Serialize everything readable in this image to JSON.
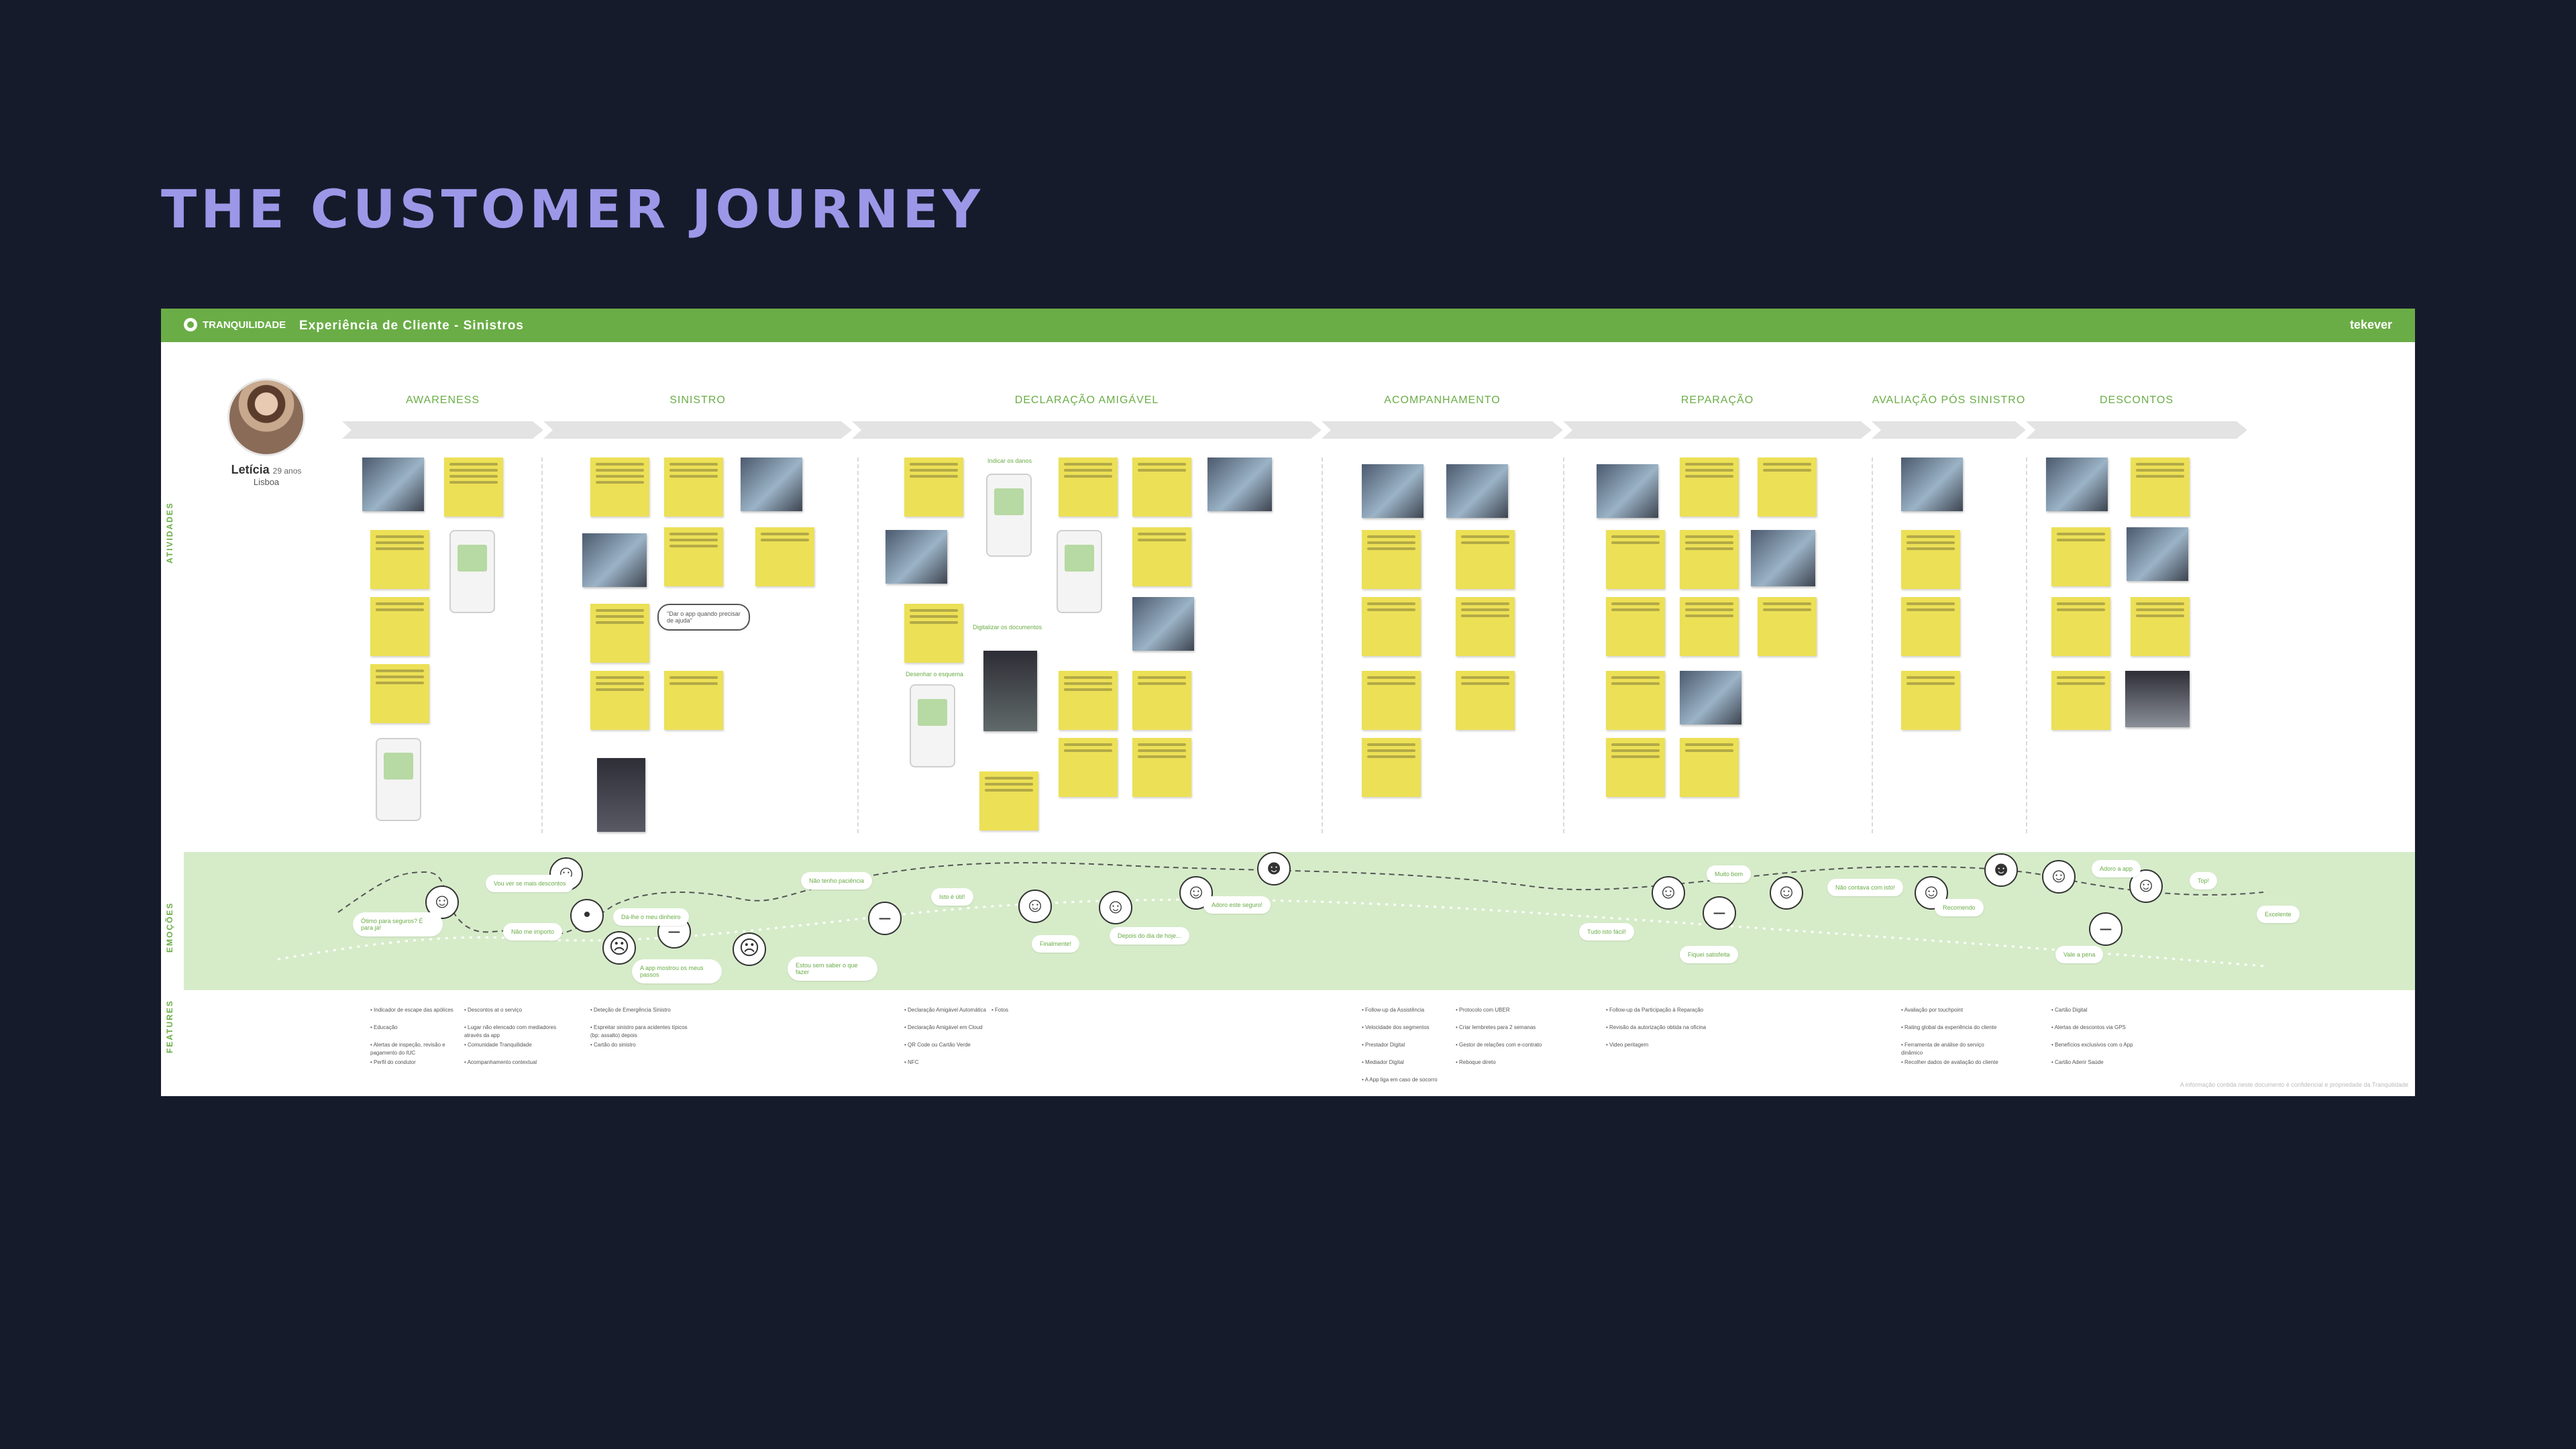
{
  "slide": {
    "title": "THE CUSTOMER JOURNEY"
  },
  "board": {
    "brand": "TRANQUILIDADE",
    "title": "Experiência de Cliente - Sinistros",
    "partner": "tekever",
    "footnote": "A informação contida neste documento é confidencial e propriedade da Tranquilidade",
    "row_labels": {
      "activities": "ATIVIDADES",
      "emotions": "EMOÇÕES",
      "features": "FEATURES"
    }
  },
  "persona": {
    "name": "Letícia",
    "age": "29 anos",
    "city": "Lisboa"
  },
  "phases": [
    {
      "label": "AWARENESS"
    },
    {
      "label": "SINISTRO"
    },
    {
      "label": "DECLARAÇÃO AMIGÁVEL"
    },
    {
      "label": "ACOMPANHAMENTO"
    },
    {
      "label": "REPARAÇÃO"
    },
    {
      "label": "AVALIAÇÃO PÓS SINISTRO"
    },
    {
      "label": "DESCONTOS"
    }
  ],
  "steps": {
    "indicate_damage": "Indicar os danos",
    "digitalize_docs": "Digitalizar os documentos",
    "sketch": "Desenhar o esquema",
    "thought": "\"Dar o app quando precisar de ajuda\""
  },
  "features": [
    [
      "Indicador de escape das apólices",
      "Educação",
      "Alertas de inspeção, revisão e pagamento do IUC",
      "Perfil do condutor"
    ],
    [
      "Descontos at o serviço",
      "Lugar não elencado com mediadores através da app",
      "Comunidade Tranquilidade",
      "Acompanhamento contextual"
    ],
    [
      "Deteção de Emergência Sinistro",
      "Espreitar sinistro para acidentes típicos (bp: assalto) depois",
      "Cartão do sinistro"
    ],
    [
      "Declaração Amigável Automática",
      "Declaração Amigável em Cloud",
      "QR Code ou Cartão Verde",
      "NFC"
    ],
    [
      "Fotos"
    ],
    [
      "Follow-up da Assistência",
      "Velocidade dos segmentos",
      "Prestador Digital",
      "Mediador Digital",
      "A App liga em caso de socorro"
    ],
    [
      "Protocolo com UBER",
      "Criar lembretes para 2 semanas",
      "Gestor de relações com e-contrato",
      "Reboque direto"
    ],
    [
      "Follow-up da Participação à Reparação",
      "Revisão da autorização obtida na oficina",
      "Video peritagem"
    ],
    [
      "Avaliação por touchpoint",
      "Rating global da experiência do cliente",
      "Ferramenta de análise do serviço dinâmico",
      "Recolher dados de avaliação do cliente"
    ],
    [
      "Cartão Digital",
      "Alertas de descontos via GPS",
      "Benefícios exclusivos com o App",
      "Cartão Aderir Saúde"
    ]
  ],
  "emotion_bubbles": [
    "Ótimo para seguros? É para já!",
    "Vou ver se mais descontos",
    "Não me importo",
    "Dá-lhe o meu dinheiro",
    "Não tenho paciência",
    "A app mostrou os meus passos",
    "Estou sem saber o que fazer",
    "Isto é útil!",
    "Finalmente!",
    "Depois do dia de hoje...",
    "Adoro este seguro!",
    "Tudo isto fácil!",
    "Muito bom",
    "Fiquei satisfeita",
    "Não contava com isto!",
    "Recomendo",
    "Vale a pena",
    "Adoro a app",
    "Top!",
    "Excelente"
  ]
}
